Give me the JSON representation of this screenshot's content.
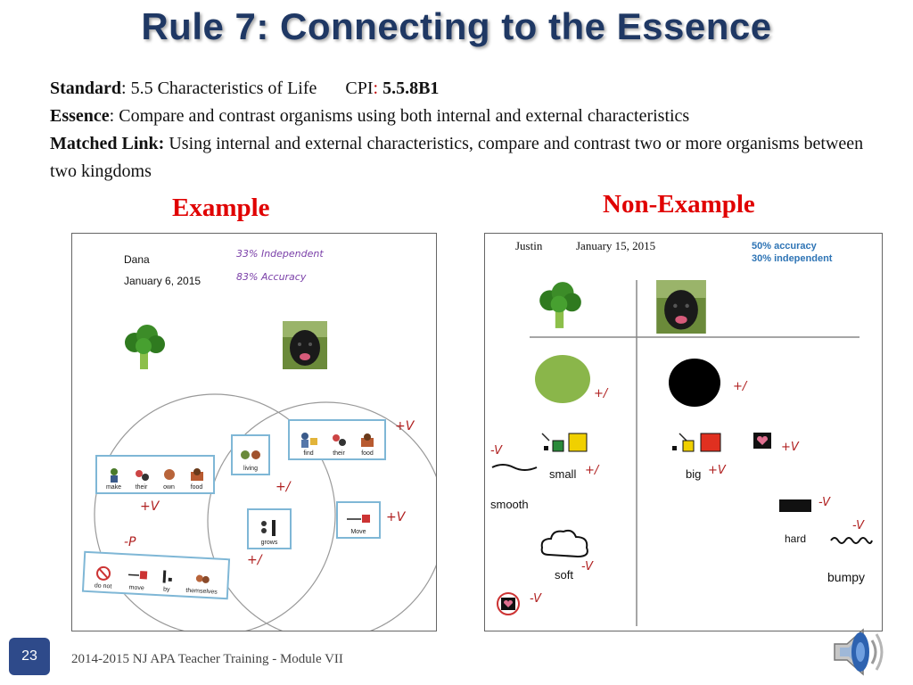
{
  "slide": {
    "title": "Rule 7:  Connecting to the Essence",
    "page_number": "23",
    "footer": "2014-2015 NJ APA Teacher Training - Module VII"
  },
  "description": {
    "standard_label": "Standard",
    "standard_value": ": 5.5 Characteristics of Life",
    "cpi_label": "CPI",
    "cpi_colon": ":",
    "cpi_value": "5.5.8B1",
    "essence_label": "Essence",
    "essence_value": ": Compare and contrast organisms using both internal and external characteristics",
    "matched_label": "Matched Link:",
    "matched_value": " Using internal and external characteristics, compare and contrast two or more organisms between two kingdoms"
  },
  "example": {
    "label": "Example",
    "student": "Dana",
    "date": "January 6, 2015",
    "independent": "33% Independent",
    "accuracy": "83% Accuracy",
    "cards": {
      "make_own_food": [
        "make",
        "their",
        "own",
        "food"
      ],
      "living": [
        "living"
      ],
      "find_food": [
        "find",
        "their",
        "food"
      ],
      "grows": [
        "grows"
      ],
      "move": [
        "Move"
      ],
      "do_not_move": [
        "do not",
        "move",
        "by",
        "themselves"
      ]
    },
    "marks": {
      "m1": "+V",
      "m2": "+/",
      "m3": "+V",
      "m4": "+V",
      "m5": "-P",
      "m6": "+/"
    },
    "colors": {
      "mark": "#b02020",
      "annot": "#7a3fa8",
      "circle": "#999999",
      "card_border": "#7fb7d6"
    }
  },
  "non_example": {
    "label": "Non-Example",
    "student": "Justin",
    "date": "January 15, 2015",
    "accuracy": "50% accuracy",
    "independent": "30% independent",
    "words": {
      "small": "small",
      "big": "big",
      "smooth": "smooth",
      "soft": "soft",
      "hard": "hard",
      "bumpy": "bumpy"
    },
    "marks": {
      "green_circle": "+/",
      "black_circle": "+/",
      "left_size": "-V",
      "small": "+/",
      "big": "+V",
      "heart_right": "+V",
      "hard": "-V",
      "bumpy": "-V",
      "soft": "-V",
      "heart_left": "-V"
    },
    "colors": {
      "green": "#8ab64a",
      "black": "#000000",
      "stats": "#2e74b5"
    }
  },
  "icons": {
    "speaker": "speaker-icon",
    "broccoli": "broccoli-icon",
    "dog": "dog-photo"
  },
  "theme": {
    "title_color": "#1f3864",
    "label_red": "#e00000",
    "badge": "#2e4a8a"
  }
}
